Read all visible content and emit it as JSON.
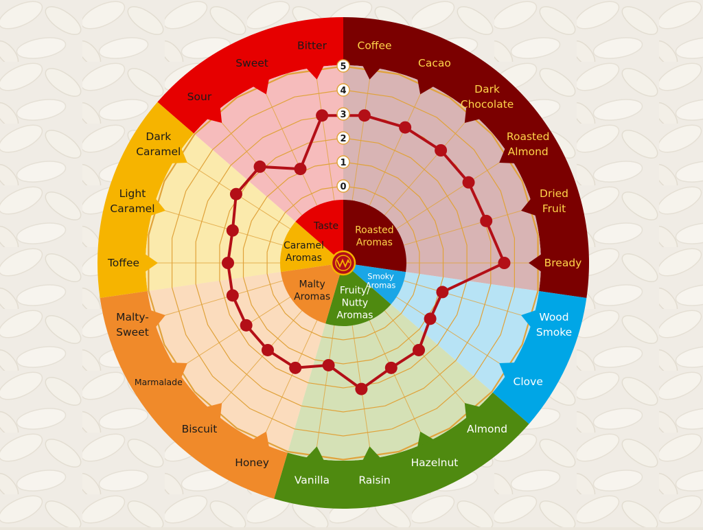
{
  "chart_data": {
    "type": "radar",
    "scale": {
      "min": 0,
      "max": 5,
      "ticks": [
        "0",
        "1",
        "2",
        "3",
        "4",
        "5"
      ]
    },
    "groups": [
      {
        "name": "Roasted\nAromas",
        "color": "#7b0000",
        "inner_color": "#7b0000",
        "light_color": "#d8b4b4",
        "label_color": "#ffd54a"
      },
      {
        "name": "Smoky\nAromas",
        "color": "#00a6e6",
        "inner_color": "#1aa6e6",
        "light_color": "#b7e3f5",
        "label_color": "#ffffff"
      },
      {
        "name": "Fruity/\nNutty\nAromas",
        "color": "#4f8a10",
        "inner_color": "#4f8a10",
        "light_color": "#d5e1b6",
        "label_color": "#ffffff"
      },
      {
        "name": "Malty\nAromas",
        "color": "#f08a2a",
        "inner_color": "#f08a2a",
        "light_color": "#fbdcbd",
        "label_color": "#1a1a1a"
      },
      {
        "name": "Caramel\nAromas",
        "color": "#f6b400",
        "inner_color": "#f6b400",
        "light_color": "#fbeaac",
        "label_color": "#1a1a1a"
      },
      {
        "name": "Taste",
        "color": "#e60000",
        "inner_color": "#e60000",
        "light_color": "#f6bcbc",
        "label_color": "#1a1a1a"
      }
    ],
    "attributes": [
      {
        "label": "Coffee",
        "group": 0,
        "value": 3.0
      },
      {
        "label": "Cacao",
        "group": 0,
        "value": 3.0
      },
      {
        "label": "Dark\nChocolate",
        "group": 0,
        "value": 3.0
      },
      {
        "label": "Roasted\nAlmond",
        "group": 0,
        "value": 3.0
      },
      {
        "label": "Dried\nFruit",
        "group": 0,
        "value": 3.0
      },
      {
        "label": "Bready",
        "group": 0,
        "value": 3.5
      },
      {
        "label": "Wood\nSmoke",
        "group": 1,
        "value": 1.1
      },
      {
        "label": "Clove",
        "group": 1,
        "value": 1.1
      },
      {
        "label": "Almond",
        "group": 2,
        "value": 1.6
      },
      {
        "label": "Hazelnut",
        "group": 2,
        "value": 1.6
      },
      {
        "label": "Raisin",
        "group": 2,
        "value": 2.1
      },
      {
        "label": "Vanilla",
        "group": 2,
        "value": 1.1
      },
      {
        "label": "Honey",
        "group": 3,
        "value": 1.6
      },
      {
        "label": "Biscuit",
        "group": 3,
        "value": 1.6
      },
      {
        "label": "Marmalade",
        "group": 3,
        "value": 1.6
      },
      {
        "label": "Malty-\nSweet",
        "group": 3,
        "value": 1.6
      },
      {
        "label": "Toffee",
        "group": 4,
        "value": 1.6
      },
      {
        "label": "Light\nCaramel",
        "group": 4,
        "value": 1.6
      },
      {
        "label": "Dark\nCaramel",
        "group": 4,
        "value": 2.1
      },
      {
        "label": "Sour",
        "group": 5,
        "value": 2.1
      },
      {
        "label": "Sweet",
        "group": 5,
        "value": 1.1
      },
      {
        "label": "Bitter",
        "group": 5,
        "value": 3.0
      }
    ],
    "series_color": "#b30f17",
    "ring_line_color": "#e0a23a"
  }
}
